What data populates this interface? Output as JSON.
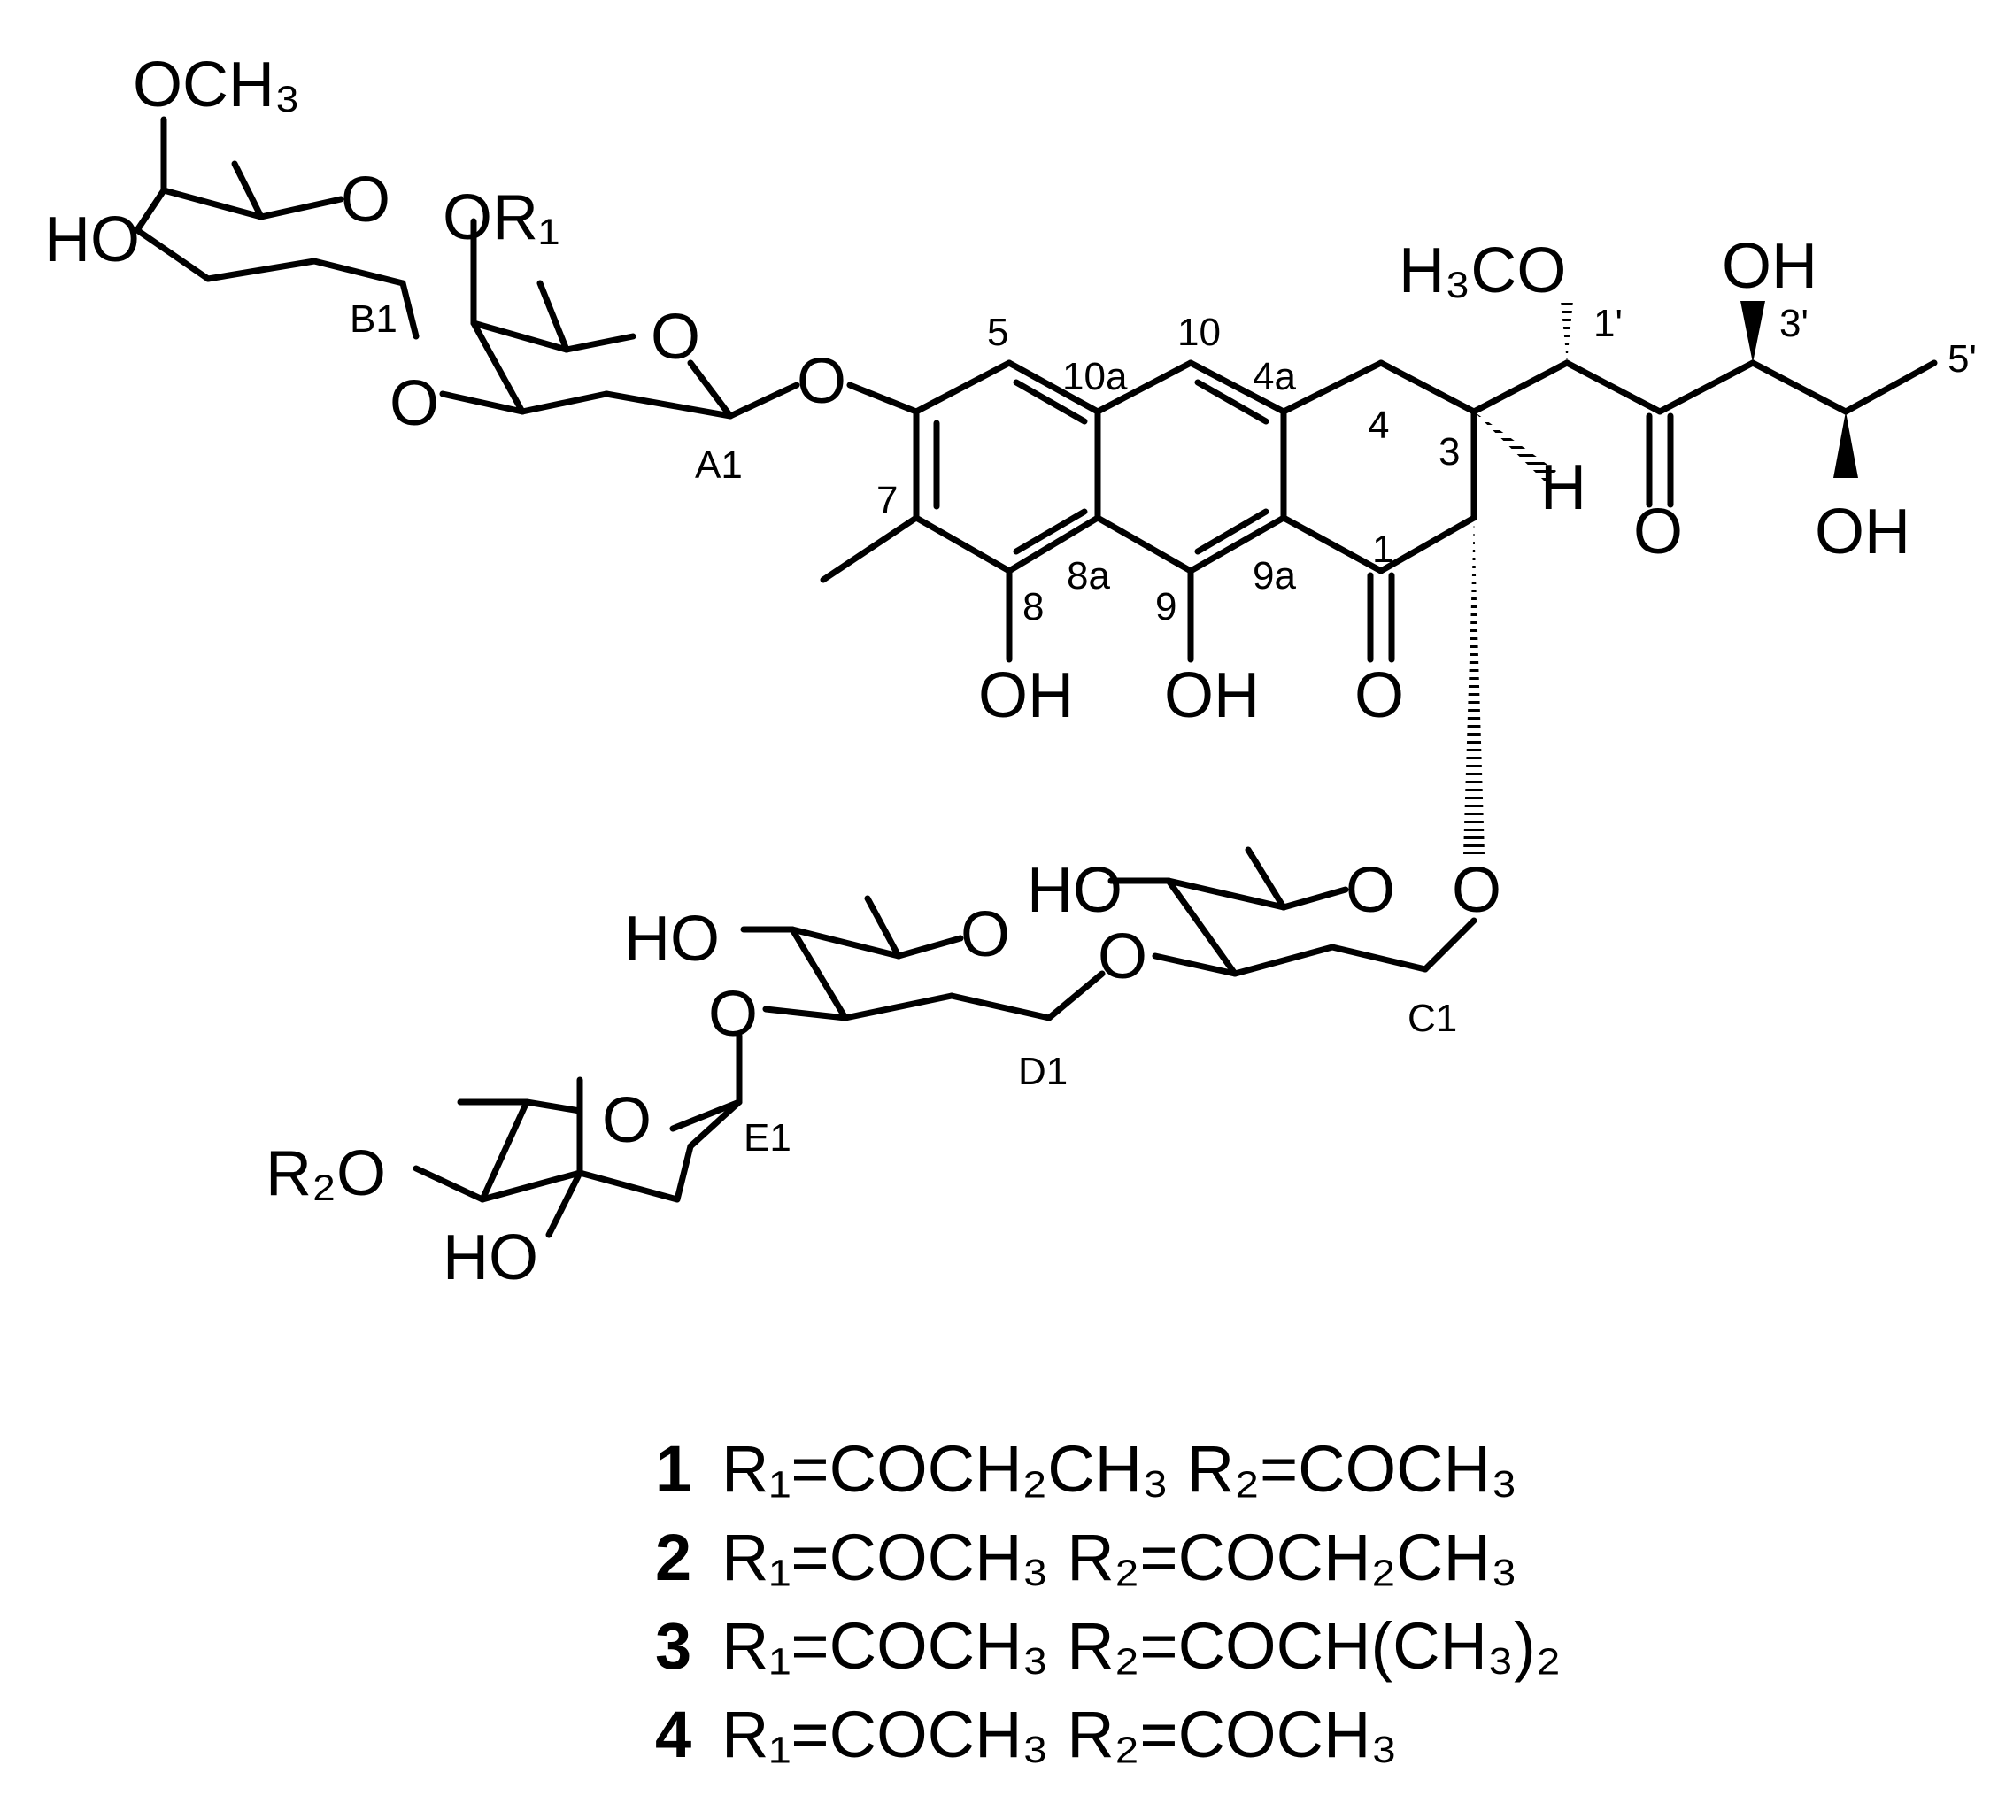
{
  "atoms": {
    "och3_top": "OCH₃",
    "ho_b": "HO",
    "o_ring_b": "O",
    "or1": "OR₁",
    "o_ring_a": "O",
    "o_glyc_ab": "O",
    "o_glyc_a7": "O",
    "h3co": "H₃CO",
    "oh_3p": "OH",
    "oh_4p": "OH",
    "o_ketone_2p": "O",
    "h_3": "H",
    "oh_8": "OH",
    "oh_9": "OH",
    "o_ketone_1": "O",
    "o_glyc_c": "O",
    "o_ring_c": "O",
    "ho_c": "HO",
    "o_glyc_cd": "O",
    "o_ring_d": "O",
    "ho_d": "HO",
    "o_glyc_de": "O",
    "o_ring_e": "O",
    "r2o": "R₂O",
    "ho_e": "HO"
  },
  "position_labels": {
    "b1": "B1",
    "a1": "A1",
    "c1": "C1",
    "d1": "D1",
    "e1": "E1",
    "n5": "5",
    "n10": "10",
    "n10a": "10a",
    "n4a": "4a",
    "n4": "4",
    "n3": "3",
    "n1": "1",
    "n7": "7",
    "n8": "8",
    "n8a": "8a",
    "n9": "9",
    "n9a": "9a",
    "n1p": "1'",
    "n3p": "3'",
    "n5p": "5'"
  },
  "legend": [
    {
      "num": "1",
      "text": "R₁=COCH₂CH₃ R₂=COCH₃"
    },
    {
      "num": "2",
      "text": "R₁=COCH₃ R₂=COCH₂CH₃"
    },
    {
      "num": "3",
      "text": "R₁=COCH₃ R₂=COCH(CH₃)₂"
    },
    {
      "num": "4",
      "text": "R₁=COCH₃ R₂=COCH₃"
    }
  ]
}
